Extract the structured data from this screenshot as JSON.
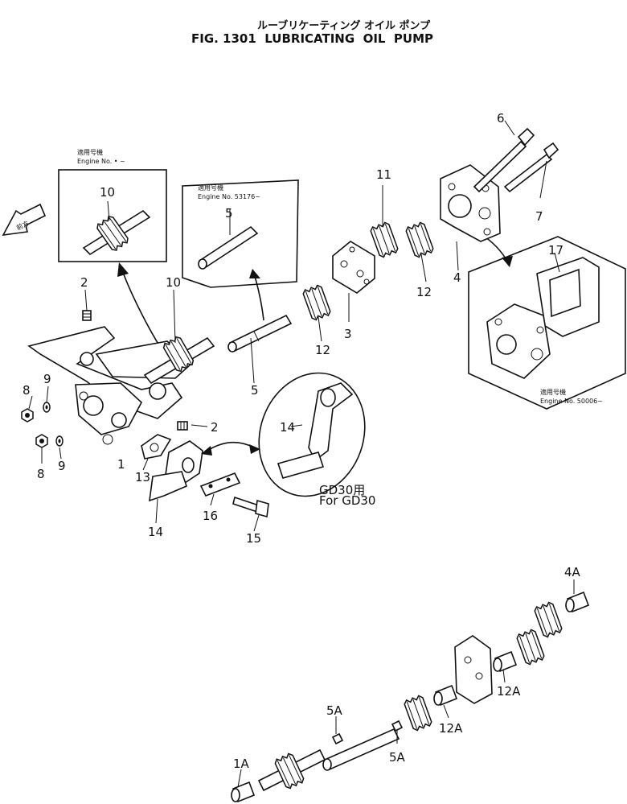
{
  "title": {
    "japanese": "ルーブリケーティング オイル ポンプ",
    "english": "FIG. 1301  LUBRICATING  OIL  PUMP"
  },
  "direction_marker": "前方",
  "insets": {
    "top_left": {
      "line1": "適用号機",
      "line2": "Engine No.  •  ~"
    },
    "top_mid": {
      "line1": "適用号機",
      "line2": "Engine No. 53176~"
    },
    "right": {
      "line1": "適用号機",
      "line2": "Engine No. 50006~"
    },
    "gd30": {
      "line1": "GD30用",
      "line2": "For GD30"
    }
  },
  "callouts": {
    "p1": "1",
    "p2a": "2",
    "p2b": "2",
    "p3": "3",
    "p4": "4",
    "p5a": "5",
    "p5b": "5",
    "p6": "6",
    "p7": "7",
    "p8a": "8",
    "p8b": "8",
    "p9a": "9",
    "p9b": "9",
    "p10a": "10",
    "p10b": "10",
    "p11": "11",
    "p12a": "12",
    "p12b": "12",
    "p13": "13",
    "p14a": "14",
    "p14b": "14",
    "p15": "15",
    "p16": "16",
    "p17": "17",
    "p1A": "1A",
    "p4A": "4A",
    "p5Aa": "5A",
    "p5Ab": "5A",
    "p12Aa": "12A",
    "p12Ab": "12A"
  }
}
